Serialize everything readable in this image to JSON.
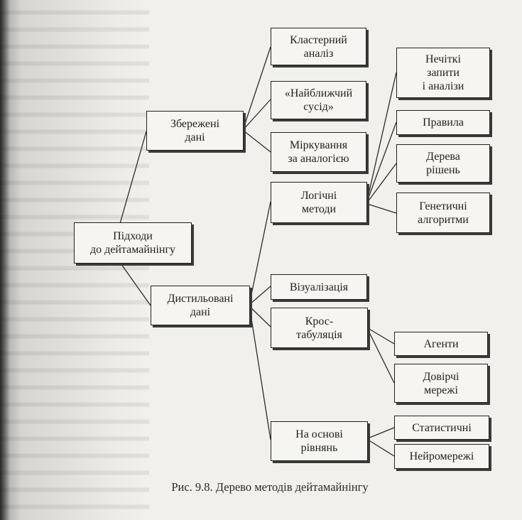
{
  "diagram": {
    "root": "Підходи\nдо дейтамайнінгу",
    "stored": "Збережені\nдані",
    "distilled": "Дистильовані\nдані",
    "cluster": "Кластерний\nаналіз",
    "nearest": "«Найближчий\nсусід»",
    "analogy": "Міркування\nза аналогією",
    "logical": "Логічні\nметоди",
    "fuzzy": "Нечіткі\nзапити\nі аналізи",
    "rules": "Правила",
    "trees": "Дерева\nрішень",
    "genetic": "Генетичні\nалгоритми",
    "visualization": "Візуалізація",
    "crosstab": "Крос-\nтабуляція",
    "agents": "Агенти",
    "belief": "Довірчі\nмережі",
    "equations": "На основі\nрівнянь",
    "statistical": "Статистичні",
    "neural": "Нейромережі"
  },
  "caption": "Рис. 9.8. Дерево методів дейтамайнінгу"
}
